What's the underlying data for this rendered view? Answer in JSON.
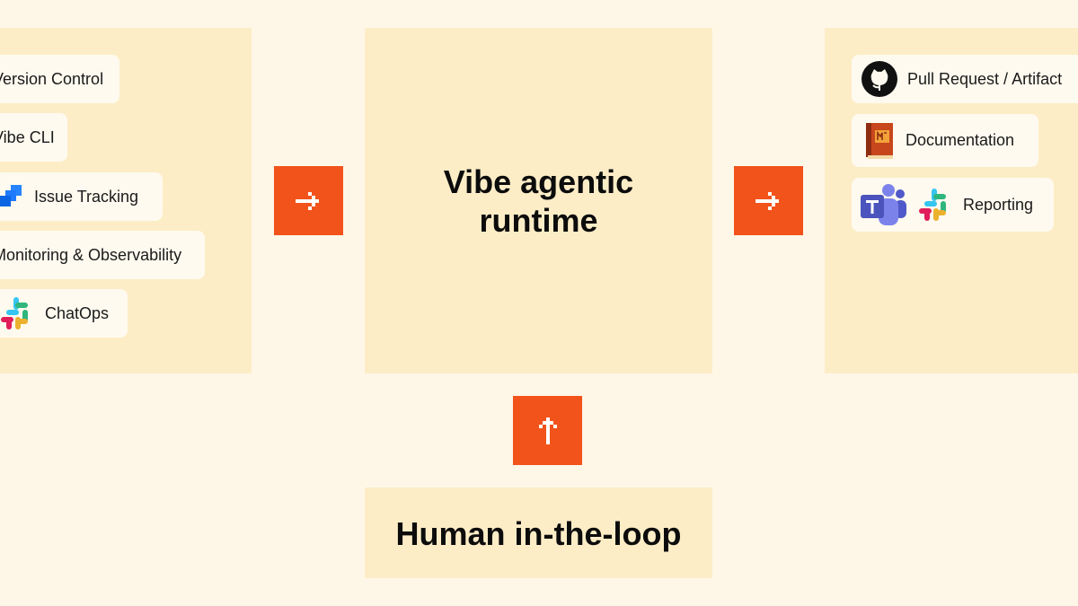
{
  "inputs": {
    "items": [
      {
        "label": "Version Control",
        "icon": "version-control"
      },
      {
        "label": "Vibe CLI",
        "icon": "cli"
      },
      {
        "label": "Issue Tracking",
        "icon": "jira-icon"
      },
      {
        "label": "Monitoring & Observability",
        "icon": "monitoring"
      },
      {
        "label": "ChatOps",
        "icon": "slack-icon"
      }
    ]
  },
  "runtime": {
    "title_line1": "Vibe agentic",
    "title_line2": "runtime"
  },
  "human": {
    "title": "Human in-the-loop"
  },
  "outputs": {
    "items": [
      {
        "label": "Pull Request / Artifact",
        "icon": "github-icon"
      },
      {
        "label": "Documentation",
        "icon": "book-icon"
      },
      {
        "label": "Reporting",
        "icon": "teams-icon, slack-icon"
      }
    ]
  },
  "colors": {
    "background": "#fef7e8",
    "panel": "#fdedc7",
    "pill": "#fefaef",
    "arrow": "#f2531b"
  }
}
